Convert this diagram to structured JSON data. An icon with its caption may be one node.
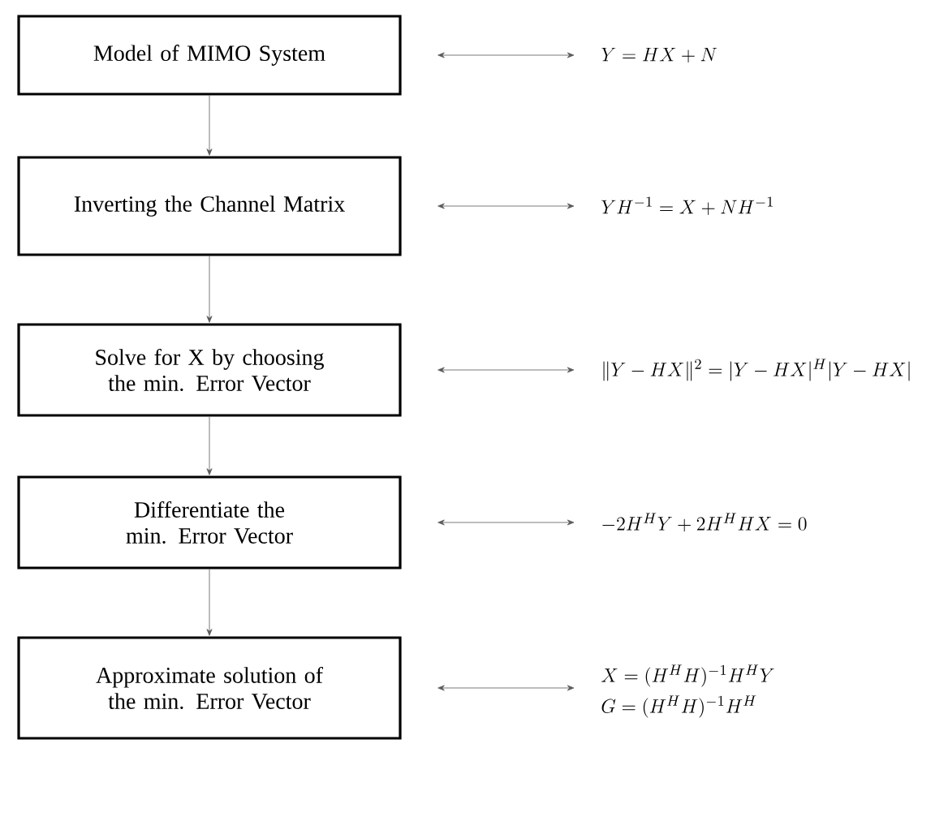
{
  "diagram": {
    "nodes": [
      {
        "text": [
          "Model of MIMO System"
        ]
      },
      {
        "text": [
          "Inverting the Channel Matrix"
        ]
      },
      {
        "text": [
          "Solve for X by choosing the min. Error Vector"
        ]
      },
      {
        "text": [
          "Differentiate the min. Error Vector"
        ]
      },
      {
        "text": [
          "Approximate solution of the min. Error Vector"
        ]
      },
      {
        "text": [
          "Y = HX + N"
        ]
      },
      {
        "text": [
          "YH^{-1} = X + NH^{-1}"
        ]
      },
      {
        "text": [
          "\\|Y - HX\\|^{2} = |Y - HX|^{H}|Y - HX|"
        ]
      },
      {
        "text": [
          "-2H^{H}Y + 2H^{H}HX = 0"
        ]
      },
      {
        "text": [
          "X = (H^{H}H)^{-1}H^{H}Y",
          "G = (H^{H}H)^{-1}H^{H}"
        ]
      }
    ],
    "edges": [
      {
        "from": 0,
        "to": 1,
        "arrow": "to"
      },
      {
        "from": 1,
        "to": 2,
        "arrow": "to"
      },
      {
        "from": 2,
        "to": 3,
        "arrow": "to"
      },
      {
        "from": 3,
        "to": 4,
        "arrow": "to"
      },
      {
        "from": 0,
        "to": 5,
        "arrow": "both"
      },
      {
        "from": 1,
        "to": 6,
        "arrow": "both"
      },
      {
        "from": 2,
        "to": 7,
        "arrow": "both"
      },
      {
        "from": 3,
        "to": 8,
        "arrow": "both"
      },
      {
        "from": 4,
        "to": 9,
        "arrow": "both"
      }
    ]
  }
}
